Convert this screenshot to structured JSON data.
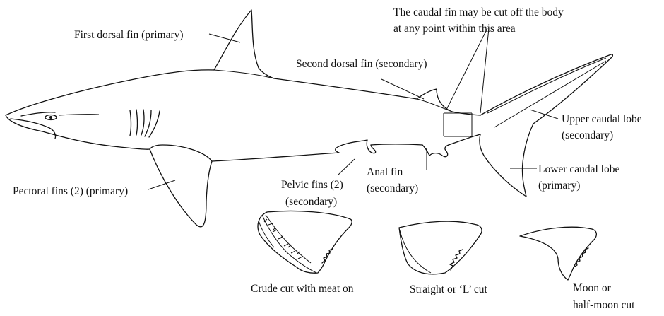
{
  "labels": {
    "first_dorsal": "First dorsal fin (primary)",
    "second_dorsal": "Second dorsal fin (secondary)",
    "caudal_note_line1": "The caudal fin may be cut off the body",
    "caudal_note_line2": "at any point within this area",
    "upper_caudal_line1": "Upper caudal lobe",
    "upper_caudal_line2": "(secondary)",
    "lower_caudal_line1": "Lower caudal lobe",
    "lower_caudal_line2": "(primary)",
    "pectoral": "Pectoral fins (2) (primary)",
    "pelvic_line1": "Pelvic fins (2)",
    "pelvic_line2": "(secondary)",
    "anal_line1": "Anal fin",
    "anal_line2": "(secondary)"
  },
  "cut_types": [
    {
      "label": "Crude cut with meat on"
    },
    {
      "label": "Straight or ‘L’ cut"
    },
    {
      "label_line1": "Moon or",
      "label_line2": "half-moon cut"
    }
  ]
}
